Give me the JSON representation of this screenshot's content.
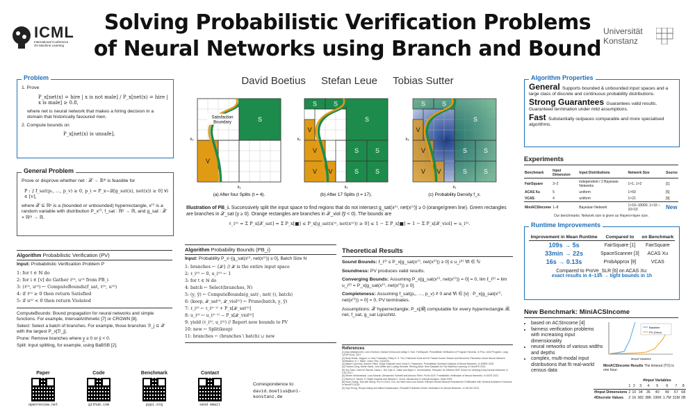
{
  "header": {
    "title_line1": "Solving Probabilistic Verification Problems",
    "title_line2": "of Neural Networks using Branch and Bound",
    "authors": [
      "David Boetius",
      "Stefan Leue",
      "Tobias Sutter"
    ],
    "icml_logo": "ICML",
    "icml_sub1": "International Conference",
    "icml_sub2": "On Machine Learning",
    "uni_logo1": "Universität",
    "uni_logo2": "Konstanz"
  },
  "problem": {
    "heading": "Problem",
    "item1": "1. Prove",
    "formula": "P_x[net(x) = hire | x is not male] / P_x[net(x) = hire | x is male] ≥ 0.8,",
    "where": "where net is neural network that makes a hiring decision in a domain that historically favoured men.",
    "item2": "2. Compute bounds on",
    "formula2": "P_x[net(x) is unsafe]."
  },
  "general": {
    "heading": "General Problem",
    "line1": "Prove or disprove whether net : 𝒳 → ℝᵐ is feasible for",
    "formula": "P :  ∫ f_sat(p₁, …, p_v) ≥ 0,   p_i = P_x~𝒟[g_sat(x), net(x)) ≥ 0]  ∀i ∈ [v],",
    "line2": "where 𝒳 ⊆ ℝⁿ is a (bounded or unbounded) hyperrectangle, x⁽ⁱ⁾ is a random variable with distribution P_x⁽ⁱ⁾, f_sat : ℝᵛ → ℝ, and g_sat : 𝒳 × ℝᵐ → ℝ."
  },
  "alg_pv": {
    "title_bold": "Algorithm",
    "title_rest": "Probabilistic Verification (PV)",
    "input_bold": "Input:",
    "input_rest": "Probabilistic Verification Problem P",
    "lines": [
      "1:  for t ∈ ℕ do",
      "2:    for i ∈ [v] do Gather ℓ⁽ᵗ⁾, u⁽ᵗ⁾ from PB_i",
      "3:    (ℓ⁽ᵗ⁾, u⁽ᵗ⁾) ← ComputeBounds(f_sat, ℓ⁽ᵗ⁾, u⁽ᵗ⁾)",
      "4:    if ℓ⁽ᵗ⁾ ≥ 0 then return Satisfied",
      "5:    if u⁽ᵗ⁾ < 0 then return Violated"
    ],
    "notes": [
      "ComputeBounds: Bound propagation for neural networks and simple functions. For example, IntervalArithmetic [7] or CROWN [8].",
      "Select: Select a batch of branches. For example, those branches ℬ_j ⊆ 𝒳 with the largest P_x[ℬ_j].",
      "Prune: Remove branches where y̲ ≥ 0 or ȳ < 0.",
      "Split: Input splitting, for example, using BaBSB [2]."
    ]
  },
  "qr": {
    "labels": [
      "Paper",
      "Code",
      "Benchmark",
      "Contact"
    ],
    "urls": [
      "openreview.net",
      "github.com",
      "pypi.org",
      "send email"
    ],
    "corr_label": "Correspondence to:",
    "corr_email": "david.boetius@uni-konstanz.de"
  },
  "figures": {
    "captions": [
      "(a) After four Splits (t = 4).",
      "(b) After 17 Splits (t = 17).",
      "(c) Probability Density f_x."
    ],
    "sat_label": "Satisfaction Boundary",
    "axis_x": "x₁",
    "axis_y": "x₂",
    "s": "S",
    "v": "V"
  },
  "illustration": {
    "bold": "Illustration of PB_i.",
    "text": "Successively split the input space to find regions that do not intersect g_sat(x⁽ⁱ⁾, net(x⁽ⁱ⁾)) ≥ 0 (orange/green line). Green rectangles are branches in 𝒳_sat (y ≥ 0). Orange rectangles are branches in 𝒳_viol (y̅ < 0). The bounds are",
    "formula": "ℓ_i⁽ᵗ⁾ = Σ P_x[𝒳_sat] = Σ P_x[■] ≤ P_x[g_sat(x⁽ⁱ⁾, net(x⁽ⁱ⁾)) ≥ 0] ≤ 1 − Σ P_x[■] = 1 − Σ P_x[𝒳_viol] = u_i⁽ᵗ⁾."
  },
  "alg_pb": {
    "title_bold": "Algorithm",
    "title_rest": "Probability Bounds (PB_i)",
    "input_bold": "Input:",
    "input_rest": "Probability P_x~[g_sat(x⁽ⁱ⁾, net(x⁽ⁱ⁾)) ≥ 0], Batch Size N",
    "lines": [
      "1:  branches ← {𝒳}  // 𝒳 is the entire input space",
      "2:  ℓ_i⁽⁰⁾ ← 0, u_i⁽⁰⁾ ← 1",
      "3:  for t ∈ ℕ do",
      "4:    batch ← Select(branches, N)",
      "5:    (y̲, ȳ) ← ComputeBounds(g_sat(·, net(·)), batch)",
      "6:    (keep, 𝒳_sat⁽ᵗ⁾, 𝒳_viol⁽ᵗ⁾) ← Prune(batch, y̲, ȳ)",
      "7:    ℓ_i⁽ᵗ⁾ ← ℓ_i⁽ᵗ⁻¹⁾ + P_x[𝒳_sat⁽ᵗ⁾]",
      "8:    u_i⁽ᵗ⁾ ← u_i⁽ᵗ⁻¹⁾ − P_x[𝒳_viol⁽ᵗ⁾]",
      "9:    yield (ℓ_i⁽ᵗ⁾, u_i⁽ᵗ⁾)  // Report new bounds to PV",
      "10:   new ← Split(keep)",
      "11:   branches ← (branches \\ batch) ∪ new"
    ]
  },
  "theory": {
    "heading": "Theoretical Results",
    "items": [
      {
        "bold": "Sound Bounds:",
        "text": "ℓ_i⁽ᵗ⁾ ≤ P_x[g_sat(x⁽ⁱ⁾, net(x⁽ⁱ⁾)) ≥ 0] ≤ u_i⁽ᵗ⁾   ∀t ∈ ℕ"
      },
      {
        "bold": "Soundness:",
        "text": "PV produces valid results."
      },
      {
        "bold": "Converging Bounds:",
        "text": "Assuming P_x[g_sat(x⁽ⁱ⁾, net(x⁽ⁱ⁾)) = 0] = 0, lim ℓ_i⁽ᵗ⁾ = lim u_i⁽ᵗ⁾ = P_x[g_sat(x⁽ⁱ⁾, net(x⁽ⁱ⁾)) ≥ 0]."
      },
      {
        "bold": "Completeness:",
        "text": "Assuming f_sat(p₁, …, p_v) ≠ 0 and ∀i ∈ [v] : P_x[g_sat(x⁽ⁱ⁾, net(x⁽ⁱ⁾)) = 0] = 0, PV terminates."
      }
    ],
    "assumptions": "Assumptions: 𝒳 hyperrectangle; P_x[ℬ] computable for every hyperrectangle ℬ, net, f_sat, g_sat Lipschitz."
  },
  "references": {
    "heading": "References",
    "items": [
      "[1] Aws Albarghouthi, Loris D'Antoni, Samuel Drews and Aditya V. Nori. FairSquare: Probabilistic Verification of Program Fairness. In Proc. ACM Program. Lang. 1(OOPSLA), 2017.",
      "[2] Rudy Bunel, Jingyue Lu, Ilker Turkaslan, Philip H. S. Torr, Pushmeet Kohli and M. Pawan Kumar. Branch and Bound for Piecewise Linear Neural Network Verification. In J. Mach. Learn. Res. 21(2020).",
      "[3] Mayra Converse, Antonio Filieri, Divya Gopinath and Corina S. Pasareanu. Probabilistic Symbolic Analysis of Neural Networks. In ISSRE 2020.",
      "[4] Frances Ding, Moritz Hardt, John Miller and Ludwig Schmidt. Retiring Adult: New Datasets for Fair Machine Learning. In NeurIPS 2021.",
      "[5] Guy Katz, Clark W. Barrett, David L. Dill, Kyle D. Julian and Mykel J. Kochenderfer. Reluplex: An Efficient SMT Solver for Verifying Deep Neural Networks. In CAV 2017.",
      "[6] Steven Mohammadi, Luca Marzari, Alessandro Farinelli and Antonio Filieri. ProVe-SLR: Probabilistic Verification of Neural Networks. In DATE 2022.",
      "[7] Ramon E. Moore, R. Baker Kearfott and Michael J. Cloud. Introduction to Interval Analysis. SIAM 2009.",
      "[8] Huan Zhang, Tsui-Wei Weng, Pin-Yu Chen, Cho-Jui Hsieh and Luca Daniel. Efficient Neural Network Robustness Certification with General Activation Functions. In NeurIPS 2018.",
      "[9] Xuyi Zhong, Renjue Wang and Marta Kwiatkowska. Probable Prediction-Driven Verification for Neural Networks. In TACAS 2023."
    ]
  },
  "properties": {
    "heading": "Algorithm Properties",
    "items": [
      {
        "big": "General",
        "text": "Supports bounded & unbounded input spaces and a large class of discrete and continuous probability distributions."
      },
      {
        "big": "Strong Guarantees",
        "text": "Guarantees valid results. Guaranteed termination under mild assumptions."
      },
      {
        "big": "Fast",
        "text": "Substantially outpaces comparable and more specialised algorithms."
      }
    ]
  },
  "experiments": {
    "heading": "Experiments",
    "columns": [
      "Benchmark",
      "Input Dimension",
      "Input Distributions",
      "Network Size",
      "Source"
    ],
    "rows": [
      [
        "FairSquare",
        "3–2",
        "independent / 2 Bayesian Networks",
        "1×1, 1×2",
        "[1]"
      ],
      [
        "ACAS Xu",
        "5",
        "uniform",
        "1×50",
        "[5]"
      ],
      [
        "VCAS",
        "4",
        "uniform",
        "1×21",
        "[9]"
      ],
      [
        "MiniACSIncome",
        "1–8",
        "Bayesian Network",
        "1×10–10000, 1×10 – 10×10",
        "New"
      ]
    ],
    "note": "Our benchmarks: Network size is given as #layers×layer size."
  },
  "runtime": {
    "heading": "Runtime Improvements",
    "columns": [
      "Improvement in Mean Runtime",
      "Compared to",
      "on Benchmark"
    ],
    "rows": [
      [
        "109s → 5s",
        "FairSquare [1]",
        "FairSquare"
      ],
      [
        "33min → 22s",
        "SpaceScanner [3]",
        "ACAS Xu"
      ],
      [
        "16s → 0.13s",
        "ProbApprox [9]",
        "VCAS"
      ]
    ],
    "compare_text": "Compared to ProVe_SLR [6] on ACAS Xu:",
    "compare_hl": "exact results in 4–13h → tight bounds in 1h"
  },
  "mini": {
    "heading": "New Benchmark: MiniACSIncome",
    "bullets": [
      "based on ACSIncome [4]",
      "fairness verification problems with increasing input dimensionality",
      "neural networks of various widths and depths",
      "complex, multi-modal input distributions that fit real-world census data"
    ],
    "results_bold": "MiniACSIncome Results",
    "results_rest": "The timeout (TO) is one hour.",
    "table_head": "#Input Variables",
    "cols": [
      "1",
      "2",
      "3",
      "4",
      "5",
      "6",
      "7",
      "8"
    ],
    "row1_label": "#Input Dimensions",
    "row1": [
      "2",
      "10",
      "34",
      "35",
      "40",
      "49",
      "67",
      "68"
    ],
    "row2_label": "#Discrete Values",
    "row2": [
      "2",
      "16",
      "382",
      "38K",
      "190K",
      "1.7M",
      "31M",
      "2B"
    ],
    "legend": [
      "Baseline",
      "PV (Ours)"
    ],
    "xlabel": "#Input Variables"
  }
}
